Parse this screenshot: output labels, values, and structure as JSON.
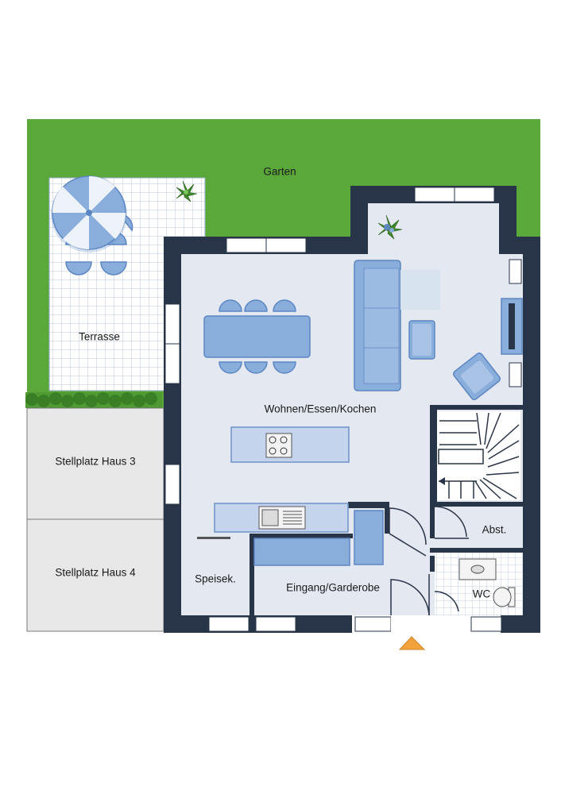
{
  "colors": {
    "garden": "#5aa83a",
    "wall": "#283447",
    "floor": "#e4e8f0",
    "tile": "#b9c6dc",
    "furniture": "#8aaedc",
    "furniture_dark": "#5c86c2",
    "parking": "#e8e8e8",
    "arrow": "#f2a23a",
    "hedge": "#3f8a2a"
  },
  "labels": {
    "garden": "Garten",
    "terrace": "Terrasse",
    "living": "Wohnen/Essen/Kochen",
    "parking3": "Stellplatz Haus 3",
    "parking4": "Stellplatz Haus 4",
    "pantry": "Speisek.",
    "entrance": "Eingang/Garderobe",
    "storage": "Abst.",
    "wc": "WC"
  },
  "icons": [
    "umbrella-icon",
    "plant-icon",
    "entrance-arrow-icon",
    "stove-icon",
    "sink-icon",
    "toilet-icon",
    "stair-arrow-icon"
  ]
}
